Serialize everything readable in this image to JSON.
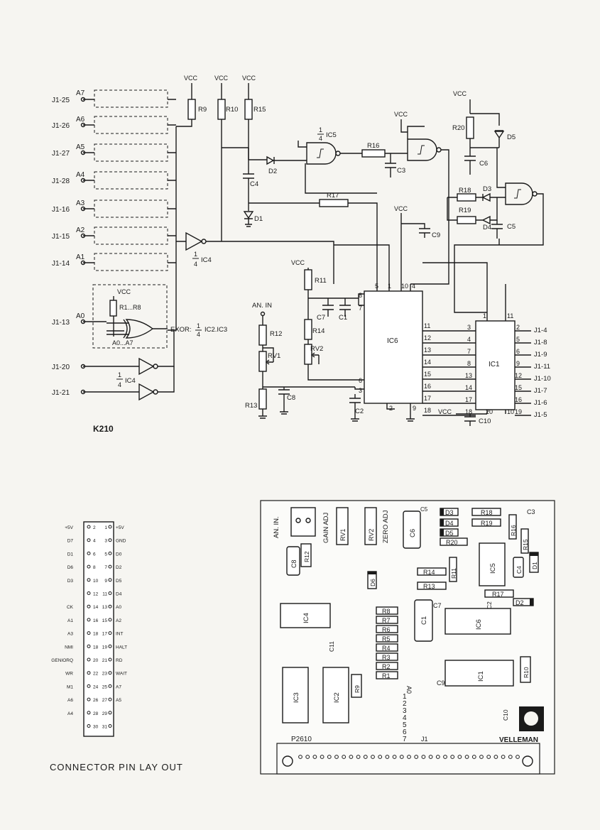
{
  "schematic": {
    "title": "K210",
    "vcc": "VCC",
    "connector_pins": [
      {
        "pin": "J1-25",
        "addr": "A7"
      },
      {
        "pin": "J1-26",
        "addr": "A6"
      },
      {
        "pin": "J1-27",
        "addr": "A5"
      },
      {
        "pin": "J1-28",
        "addr": "A4"
      },
      {
        "pin": "J1-16",
        "addr": "A3"
      },
      {
        "pin": "J1-15",
        "addr": "A2"
      },
      {
        "pin": "J1-14",
        "addr": "A1"
      },
      {
        "pin": "J1-13",
        "addr": "A0"
      },
      {
        "pin": "J1-20",
        "addr": ""
      },
      {
        "pin": "J1-21",
        "addr": ""
      }
    ],
    "resistors": [
      "R9",
      "R10",
      "R15",
      "R16",
      "R17",
      "R18",
      "R19",
      "R20",
      "R11",
      "R12",
      "R13",
      "R14"
    ],
    "r_network": "R1...R8",
    "a_range": "A0...A7",
    "exor_label": "EXOR:",
    "exor_ic": "IC2.IC3",
    "fraction_num": "1",
    "fraction_den": "4",
    "ic4": "IC4",
    "ic5": "IC5",
    "diodes": [
      "D1",
      "D2",
      "D3",
      "D4",
      "D5"
    ],
    "caps": [
      "C1",
      "C2",
      "C3",
      "C4",
      "C5",
      "C6",
      "C7",
      "C8",
      "C9",
      "C10"
    ],
    "pots": [
      "RV1",
      "RV2"
    ],
    "an_in": "AN. IN",
    "ic6": {
      "name": "IC6",
      "top_pins": [
        "5",
        "1",
        "10",
        "4"
      ],
      "left_pins": [
        "8",
        "7",
        "6",
        "3"
      ],
      "bottom_pins": [
        "2",
        "9"
      ],
      "right_pins": [
        "11",
        "12",
        "13",
        "14",
        "15",
        "16",
        "17",
        "18"
      ]
    },
    "ic1": {
      "name": "IC1",
      "top_pins": [
        "1",
        "11"
      ],
      "left_pins": [
        "3",
        "4",
        "7",
        "8",
        "13",
        "14",
        "17",
        "18"
      ],
      "bottom_pins": [
        "20",
        "10"
      ],
      "right_pins": [
        "2",
        "5",
        "6",
        "9",
        "12",
        "15",
        "16",
        "19"
      ]
    },
    "output_pins": [
      "J1-4",
      "J1-8",
      "J1-9",
      "J1-11",
      "J1-10",
      "J1-7",
      "J1-6",
      "J1-5"
    ]
  },
  "connector": {
    "title": "CONNECTOR PIN LAY OUT",
    "rows": [
      {
        "left": "+5V",
        "ln": "2",
        "rn": "1",
        "right": "+5V"
      },
      {
        "left": "D7",
        "ln": "4",
        "rn": "3",
        "right": "GND"
      },
      {
        "left": "D1",
        "ln": "6",
        "rn": "5",
        "right": "D0"
      },
      {
        "left": "D6",
        "ln": "8",
        "rn": "7",
        "right": "D2"
      },
      {
        "left": "D3",
        "ln": "10",
        "rn": "9",
        "right": "D5"
      },
      {
        "left": "",
        "ln": "12",
        "rn": "11",
        "right": "D4"
      },
      {
        "left": "CK",
        "ln": "14",
        "rn": "13",
        "right": "A0"
      },
      {
        "left": "A1",
        "ln": "16",
        "rn": "15",
        "right": "A2"
      },
      {
        "left": "A3",
        "ln": "18",
        "rn": "17",
        "right": "INT"
      },
      {
        "left": "NMI",
        "ln": "18",
        "rn": "19",
        "right": "HALT"
      },
      {
        "left": "GENIORQ",
        "ln": "20",
        "rn": "21",
        "right": "RD"
      },
      {
        "left": "WR",
        "ln": "22",
        "rn": "23",
        "right": "WAIT"
      },
      {
        "left": "M1",
        "ln": "24",
        "rn": "25",
        "right": "A7"
      },
      {
        "left": "A6",
        "ln": "26",
        "rn": "27",
        "right": "A5"
      },
      {
        "left": "A4",
        "ln": "28",
        "rn": "29",
        "right": ""
      },
      {
        "left": "",
        "ln": "30",
        "rn": "31",
        "right": ""
      }
    ]
  },
  "pcb": {
    "board_id": "P2610",
    "brand": "VELLEMAN",
    "an_in": "AN. IN.",
    "gain_adj": "GAIN ADJ",
    "zero_adj": "ZERO ADJ",
    "rv1": "RV1",
    "rv2": "RV2",
    "c6": "C6",
    "c5": "C5",
    "c3": "C3",
    "c8": "C8",
    "r12": "R12",
    "d3": "D3",
    "d4": "D4",
    "d5": "D5",
    "r18": "R18",
    "r19": "R19",
    "r20": "R20",
    "r16": "R16",
    "r15": "R15",
    "c4": "C4",
    "d1": "D1",
    "ic5": "IC5",
    "r14": "R14",
    "r13": "R13",
    "r11": "R11",
    "d6": "D6",
    "r17": "R17",
    "c2": "C2",
    "d2": "D2",
    "c7": "C7",
    "c1": "C1",
    "ic6": "IC6",
    "ic4": "IC4",
    "r_stack": [
      "R8",
      "R7",
      "R6",
      "R5",
      "R4",
      "R3",
      "R2",
      "R1"
    ],
    "c11": "C11",
    "ic3": "IC3",
    "ic2": "IC2",
    "r9": "R9",
    "c9": "C9",
    "ic1": "IC1",
    "r10": "R10",
    "c10": "C10",
    "j1": "J1",
    "addr_digits": [
      "A0",
      "1",
      "2",
      "3",
      "4",
      "5",
      "6",
      "7"
    ]
  }
}
